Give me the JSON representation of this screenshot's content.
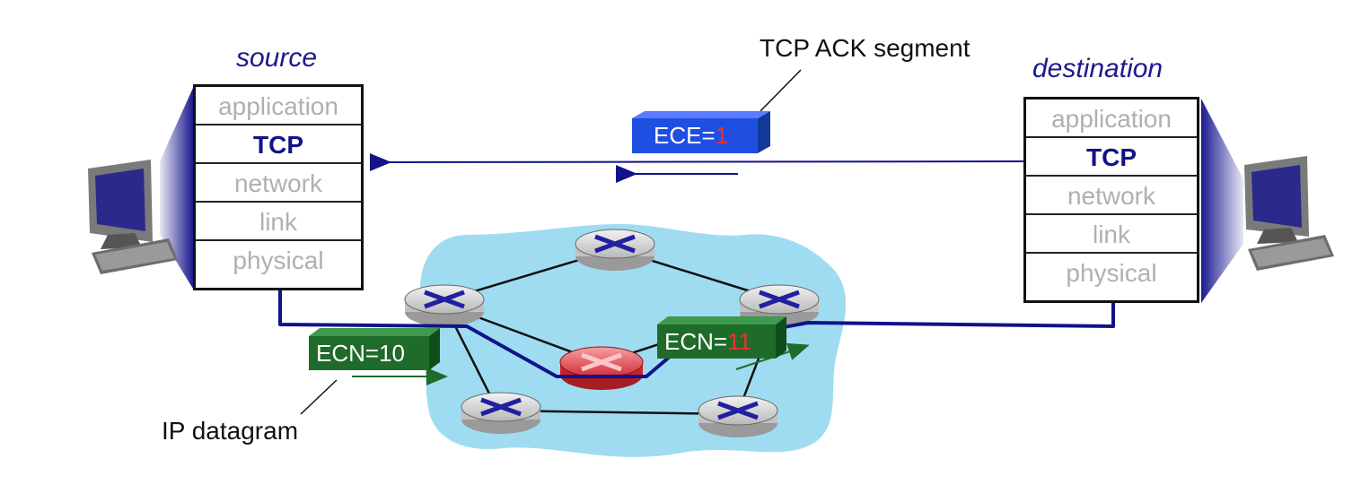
{
  "source": {
    "title": "source",
    "layers": [
      "application",
      "TCP",
      "network",
      "link",
      "physical"
    ]
  },
  "destination": {
    "title": "destination",
    "layers": [
      "application",
      "TCP",
      "network",
      "link",
      "physical"
    ]
  },
  "ack_label": "TCP ACK segment",
  "ack_packet": {
    "prefix": "ECE=",
    "flag": "1"
  },
  "datagram_label": "IP datagram",
  "ecn_in": {
    "prefix": "ECN=",
    "value": "10"
  },
  "ecn_out": {
    "prefix": "ECN=",
    "flag": "11"
  },
  "colors": {
    "path": "#12128a",
    "ack_packet": "#1f4fe0",
    "ecn_packet": "#1f6b2a",
    "network_cloud": "#9fdcf2",
    "congested_router": "#e8414a",
    "flag": "#ff2a2a"
  }
}
